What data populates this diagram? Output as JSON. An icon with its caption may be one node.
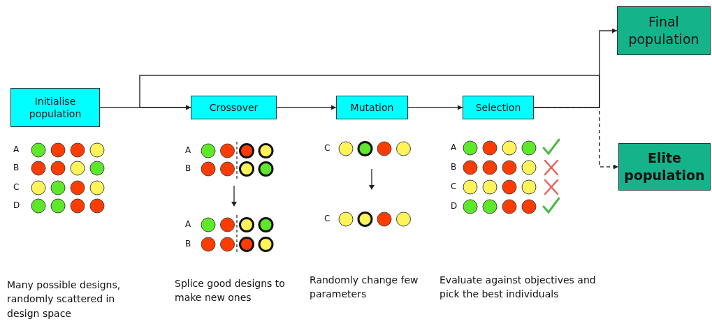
{
  "diagram": {
    "nodes": [
      {
        "text": [
          "Initialise population"
        ]
      },
      {
        "text": [
          "Crossover"
        ]
      },
      {
        "text": [
          "Mutation"
        ]
      },
      {
        "text": [
          "Selection"
        ]
      },
      {
        "text": [
          "Final population"
        ]
      },
      {
        "text": [
          "Elite population"
        ]
      }
    ],
    "edges": [
      {
        "from": 0,
        "to": 1,
        "arrow": "to"
      },
      {
        "from": 1,
        "to": 2,
        "arrow": "to"
      },
      {
        "from": 2,
        "to": 3,
        "arrow": "to"
      },
      {
        "from": 3,
        "to": 4,
        "arrow": "to"
      },
      {
        "from": 3,
        "to": 5,
        "arrow": "to",
        "style": "dashed"
      },
      {
        "from": 3,
        "to": 1,
        "arrow": "to"
      }
    ],
    "labels": [
      "A",
      "B",
      "C",
      "D",
      "A",
      "B",
      "A",
      "B",
      "C",
      "C",
      "A",
      "B",
      "C",
      "D",
      "Many possible designs, randomly scattered in design space",
      "Splice good designs to make new ones",
      "Randomly change few parameters",
      "Evaluate against objectives and pick the best individuals"
    ]
  }
}
